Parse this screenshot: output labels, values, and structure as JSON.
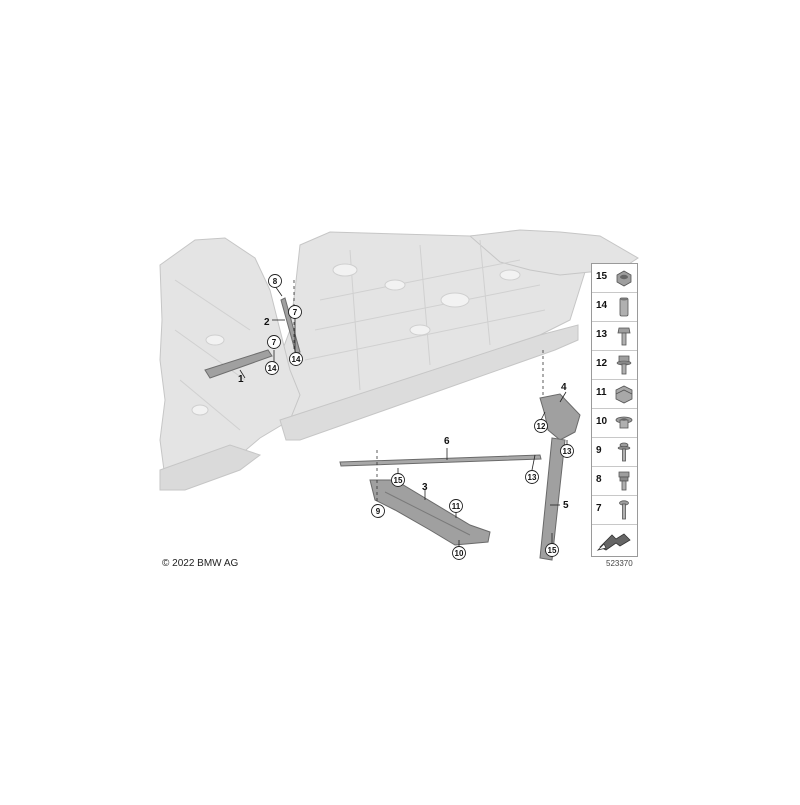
{
  "copyright": "© 2022 BMW AG",
  "diagram_id": "523370",
  "callouts_plain": [
    "1",
    "2",
    "3",
    "4",
    "5",
    "6"
  ],
  "callouts_circled": [
    "7",
    "8",
    "7",
    "14",
    "14",
    "9",
    "15",
    "11",
    "10",
    "12",
    "13",
    "13",
    "15"
  ],
  "legend": {
    "items": [
      {
        "num": "15",
        "icon": "flange-nut-icon"
      },
      {
        "num": "14",
        "icon": "spacer-sleeve-icon"
      },
      {
        "num": "13",
        "icon": "hex-bolt-icon"
      },
      {
        "num": "12",
        "icon": "flange-bolt-icon"
      },
      {
        "num": "11",
        "icon": "clip-nut-icon"
      },
      {
        "num": "10",
        "icon": "rivet-nut-icon"
      },
      {
        "num": "9",
        "icon": "screw-with-washer-icon"
      },
      {
        "num": "8",
        "icon": "collar-bolt-icon"
      },
      {
        "num": "7",
        "icon": "torx-screw-icon"
      }
    ],
    "footer_icon": "direction-arrow-icon"
  },
  "colors": {
    "body_part": "#e2e2e2",
    "body_edge": "#c4c4c4",
    "highlight_part": "#9c9c9c",
    "highlight_edge": "#6e6e6e",
    "text": "#111111"
  }
}
